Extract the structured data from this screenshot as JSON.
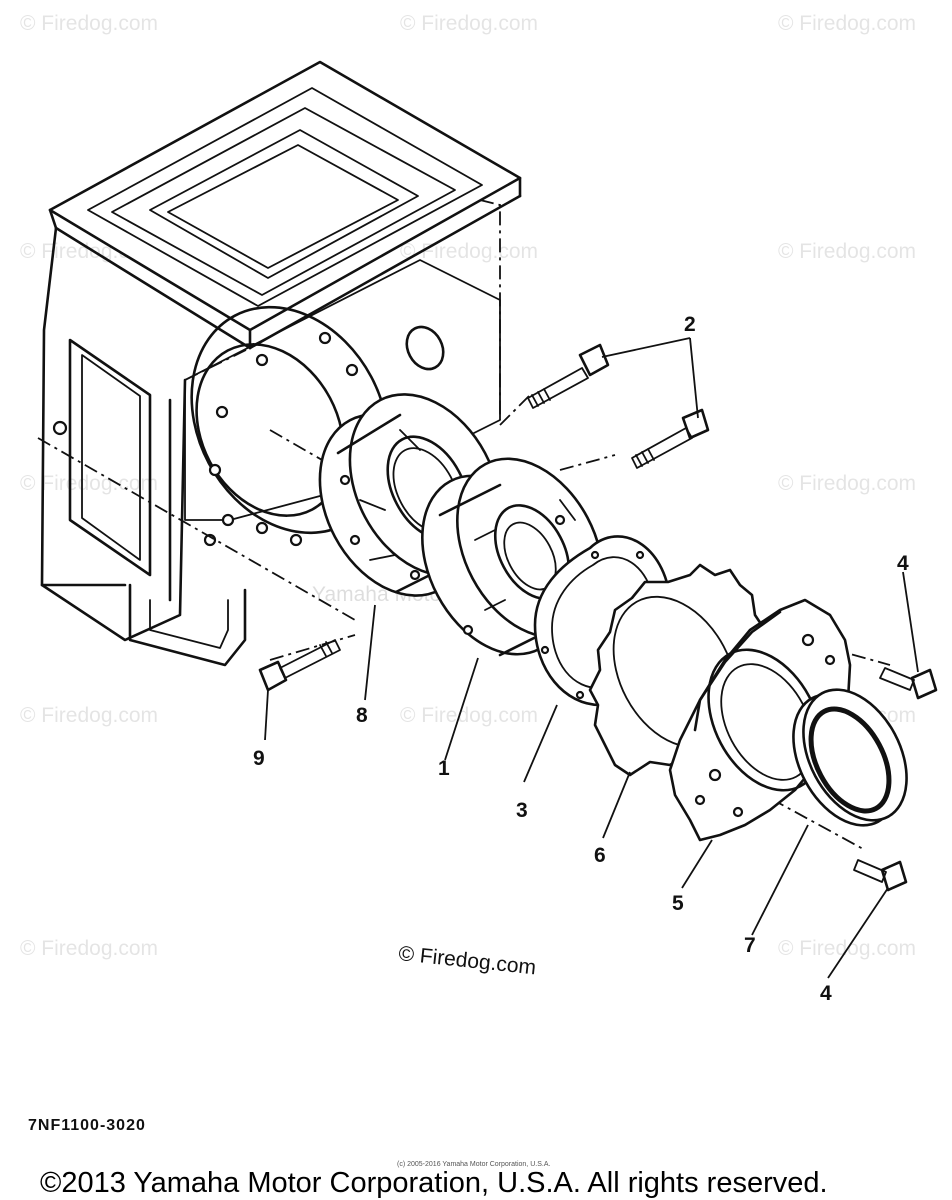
{
  "watermarks": {
    "repeat_text": "© Firedog.com",
    "center_text": "Yamaha Motor Corp., U.S.A."
  },
  "callouts": {
    "c1": "1",
    "c2": "2",
    "c3": "3",
    "c4a": "4",
    "c4b": "4",
    "c5": "5",
    "c6": "6",
    "c7": "7",
    "c8": "8",
    "c9": "9"
  },
  "firedog_mark": "© Firedog.com",
  "part_code": "7NF1100-3020",
  "tiny_notice": "(c) 2005-2016 Yamaha Motor Corporation, U.S.A.",
  "copyright": "©2013 Yamaha Motor Corporation, U.S.A. All rights reserved."
}
